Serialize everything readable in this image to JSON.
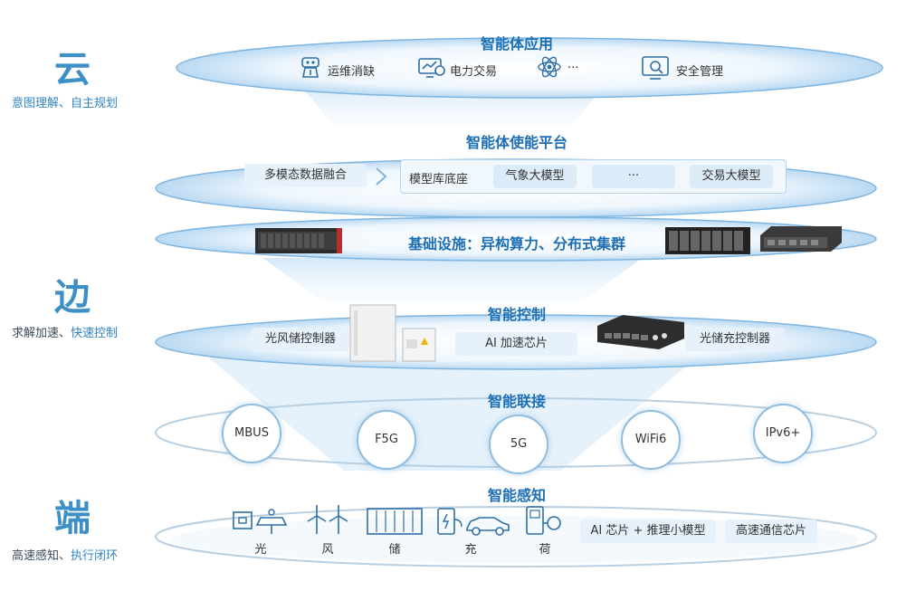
{
  "side": {
    "cloud": {
      "title": "云",
      "subtitle": "意图理解、自主规划"
    },
    "edge": {
      "title": "边",
      "subtitle_a": "求解加速、",
      "subtitle_b": "快速控制"
    },
    "device": {
      "title": "端",
      "subtitle_a": "高速感知、",
      "subtitle_b": "执行闭环"
    }
  },
  "layers": {
    "apps": {
      "title": "智能体应用",
      "items": [
        {
          "label": "运维消缺",
          "icon": "maintenance-robot-icon"
        },
        {
          "label": "电力交易",
          "icon": "trading-monitor-icon"
        },
        {
          "label": "···",
          "icon": "atom-icon"
        },
        {
          "label": "安全管理",
          "icon": "security-monitor-icon"
        }
      ]
    },
    "platform": {
      "title": "智能体使能平台",
      "fusion": "多模态数据融合",
      "base": "模型库底座",
      "models": [
        "气象大模型",
        "···",
        "交易大模型"
      ]
    },
    "infra": {
      "title": "基础设施：异构算力、分布式集群"
    },
    "control": {
      "title": "智能控制",
      "left": "光风储控制器",
      "center": "AI 加速芯片",
      "right": "光储充控制器"
    },
    "connect": {
      "title": "智能联接",
      "nodes": [
        "MBUS",
        "F5G",
        "5G",
        "WiFi6",
        "IPv6+"
      ]
    },
    "sense": {
      "title": "智能感知",
      "items": [
        "光",
        "风",
        "储",
        "充",
        "荷"
      ],
      "chips": [
        "AI 芯片 + 推理小模型",
        "高速通信芯片"
      ]
    }
  },
  "colors": {
    "accent": "#1d6fb5",
    "side": "#3d8fc6",
    "ring": "#8fbde0"
  }
}
